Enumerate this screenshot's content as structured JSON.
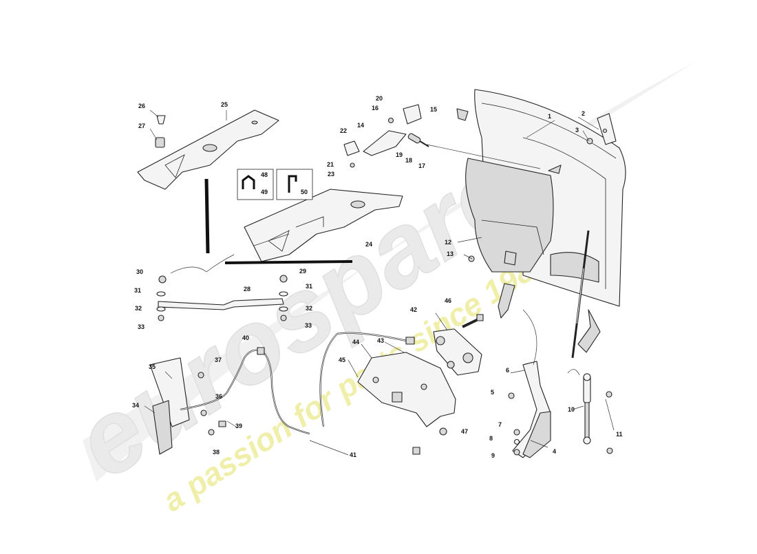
{
  "watermark": {
    "brand": "eurospares",
    "tagline": "a passion for parts since 1985",
    "brand_color": "#e6e6e6",
    "tagline_color": "#f1f0a8"
  },
  "callouts": [
    "1",
    "2",
    "3",
    "4",
    "5",
    "6",
    "7",
    "8",
    "9",
    "10",
    "11",
    "12",
    "13",
    "14",
    "15",
    "16",
    "17",
    "18",
    "19",
    "20",
    "21",
    "22",
    "23",
    "24",
    "25",
    "26",
    "27",
    "28",
    "29",
    "30",
    "31",
    "31",
    "32",
    "32",
    "33",
    "33",
    "34",
    "35",
    "36",
    "37",
    "38",
    "39",
    "40",
    "41",
    "42",
    "43",
    "44",
    "45",
    "46",
    "47",
    "48",
    "49",
    "50"
  ]
}
